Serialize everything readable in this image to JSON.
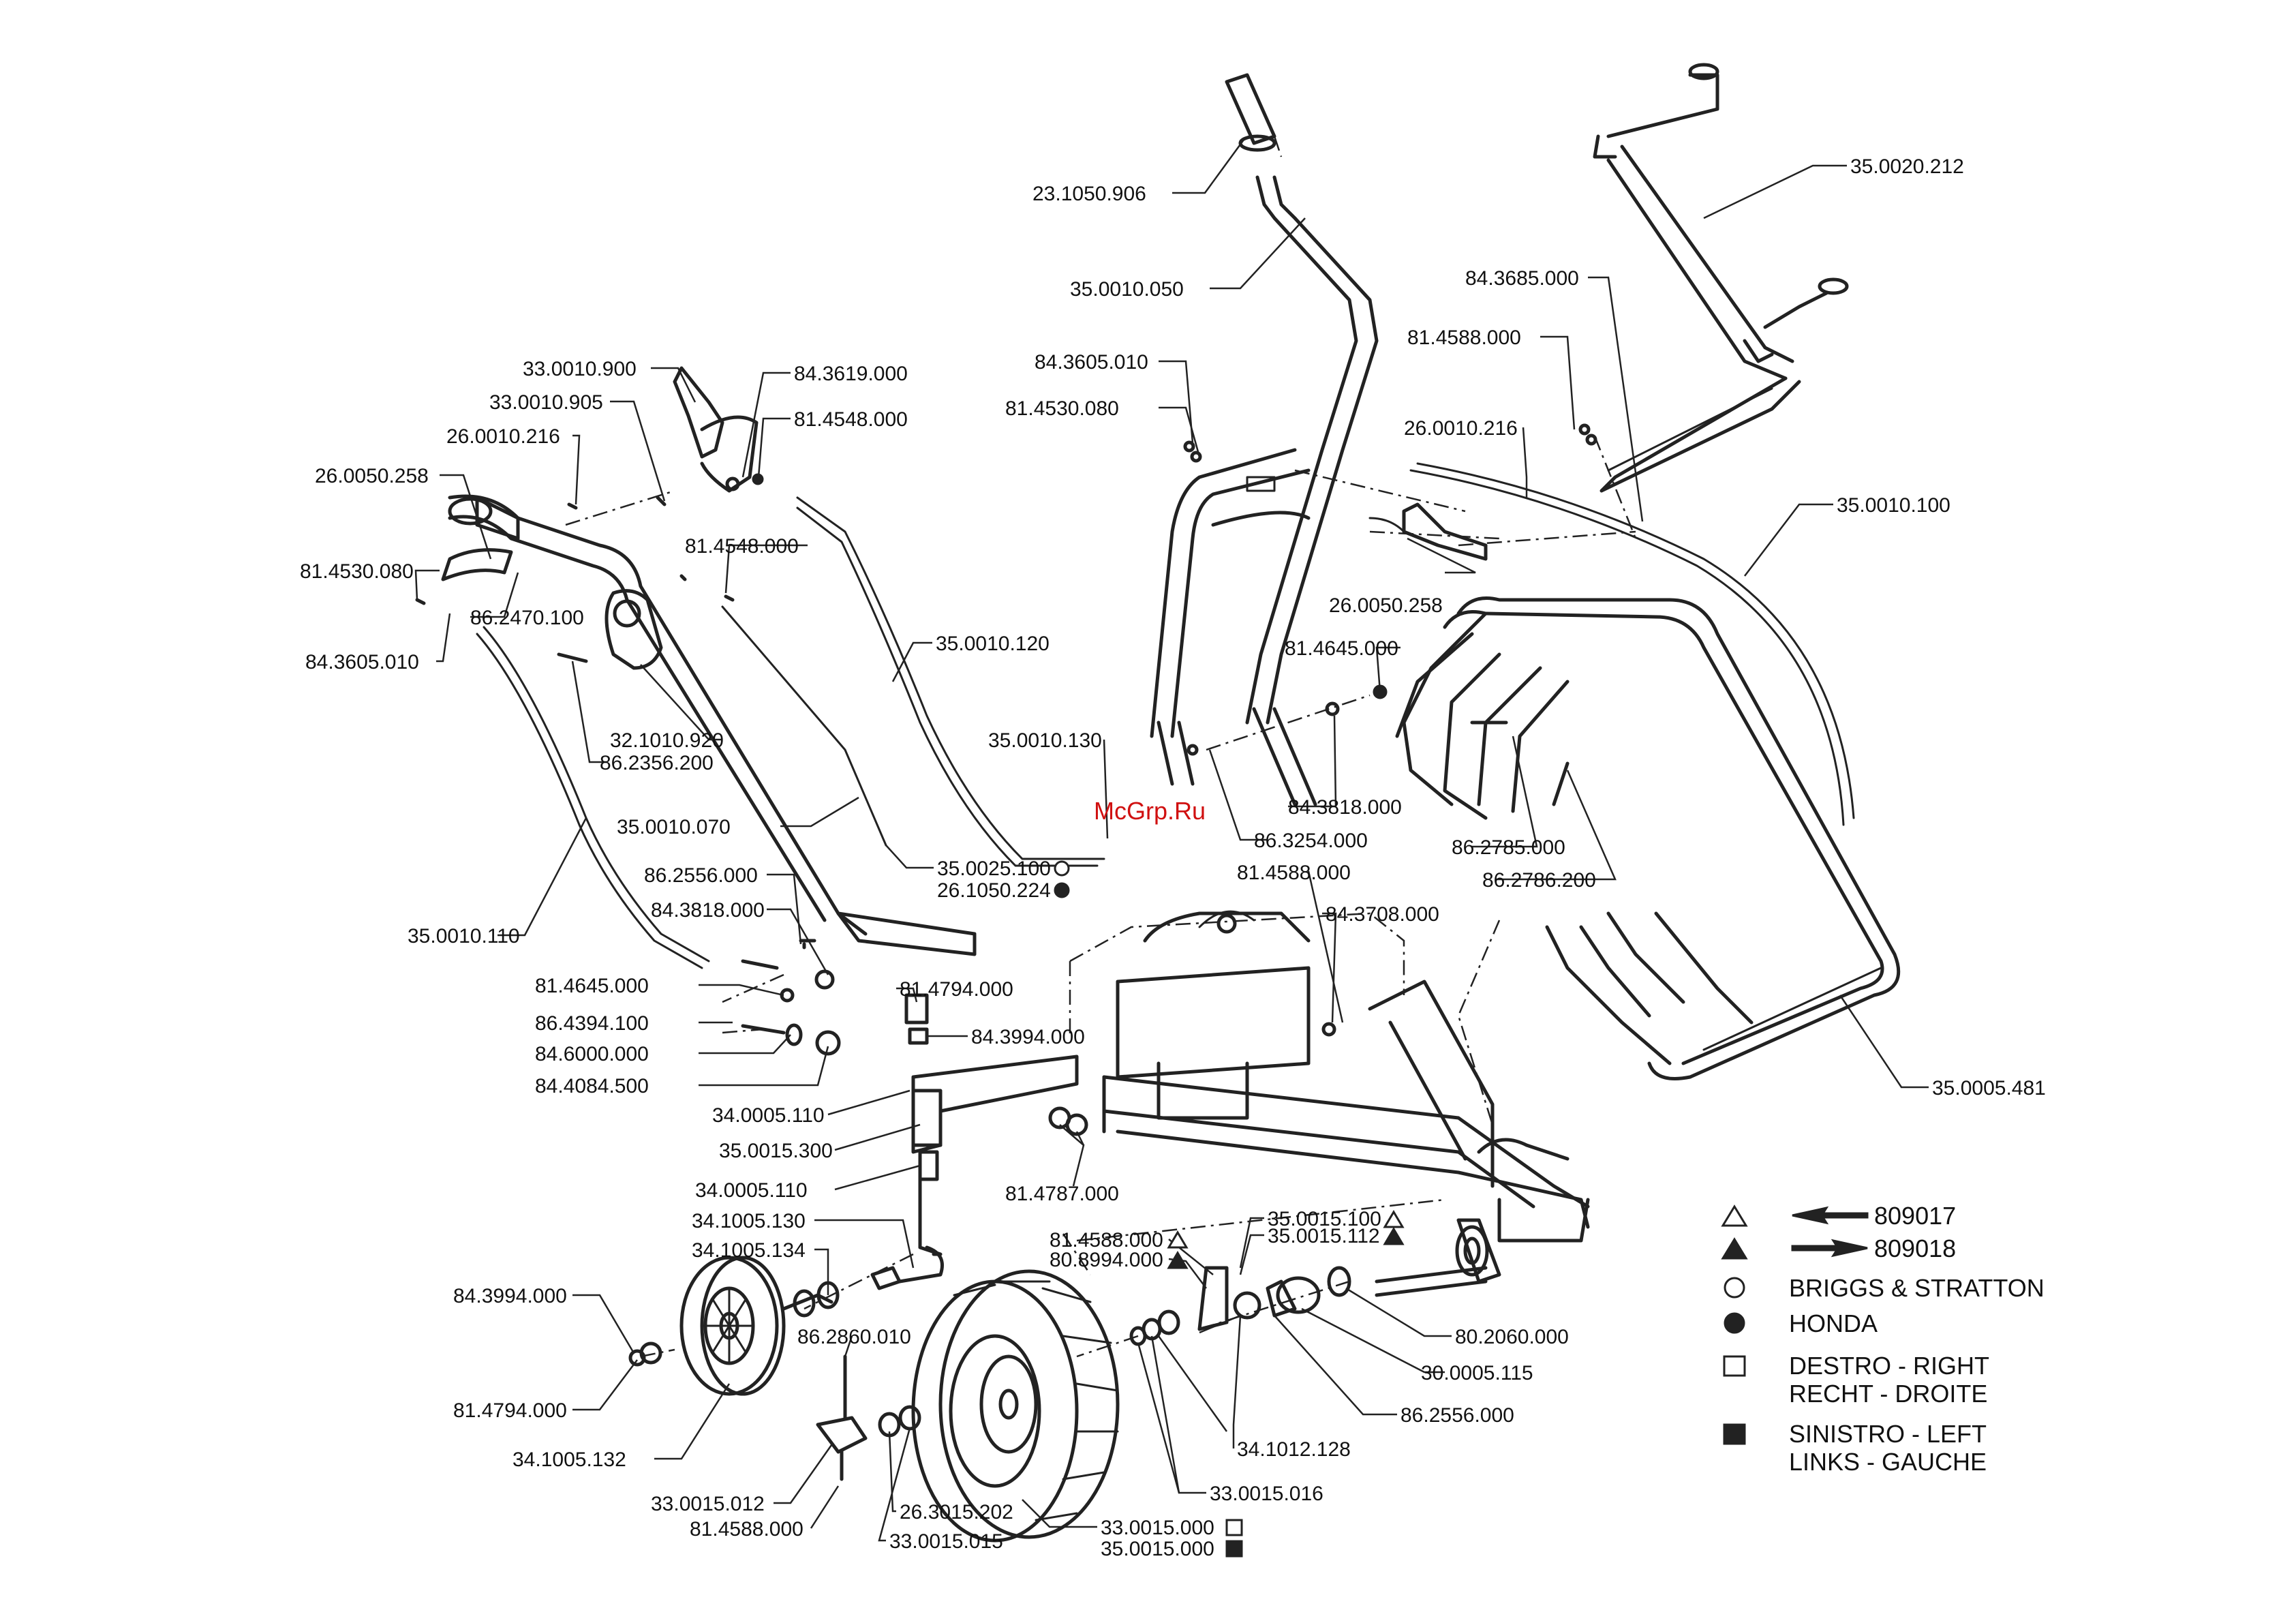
{
  "watermark": "McGrp.Ru",
  "labels": [
    "23.1050.906",
    "35.0010.050",
    "35.0020.212",
    "84.3685.000",
    "81.4588.000",
    "84.3605.010",
    "81.4530.080",
    "26.0010.216",
    "35.0010.100",
    "33.0010.900",
    "84.3619.000",
    "33.0010.905",
    "81.4548.000",
    "26.0010.216",
    "26.0050.258",
    "81.4530.080",
    "81.4548.000",
    "86.2470.100",
    "84.3605.010",
    "35.0010.120",
    "26.0050.258",
    "81.4645.000",
    "32.1010.920",
    "86.2356.200",
    "35.0010.130",
    "84.3818.000",
    "86.3254.000",
    "86.2785.000",
    "86.2786.200",
    "35.0010.070",
    "35.0025.100",
    "26.1050.224",
    "81.4588.000",
    "84.3708.000",
    "86.2556.000",
    "84.3818.000",
    "35.0010.110",
    "81.4645.000",
    "81.4794.000",
    "86.4394.100",
    "84.3994.000",
    "84.6000.000",
    "84.4084.500",
    "34.0005.110",
    "35.0015.300",
    "35.0005.481",
    "34.0005.110",
    "81.4787.000",
    "34.1005.130",
    "34.1005.134",
    "81.4588.000",
    "80.8994.000",
    "35.0015.100",
    "35.0015.112",
    "84.3994.000",
    "86.2860.010",
    "80.2060.000",
    "30.0005.115",
    "81.4794.000",
    "86.2556.000",
    "34.1012.128",
    "34.1005.132",
    "33.0015.016",
    "33.0015.012",
    "26.3015.202",
    "81.4588.000",
    "33.0015.015",
    "33.0015.000",
    "35.0015.000"
  ],
  "legend": {
    "row1": "809017",
    "row2": "809018",
    "row3": "BRIGGS & STRATTON",
    "row4": "HONDA",
    "row5a": "DESTRO - RIGHT",
    "row5b": "RECHT - DROITE",
    "row6a": "SINISTRO - LEFT",
    "row6b": "LINKS - GAUCHE"
  }
}
